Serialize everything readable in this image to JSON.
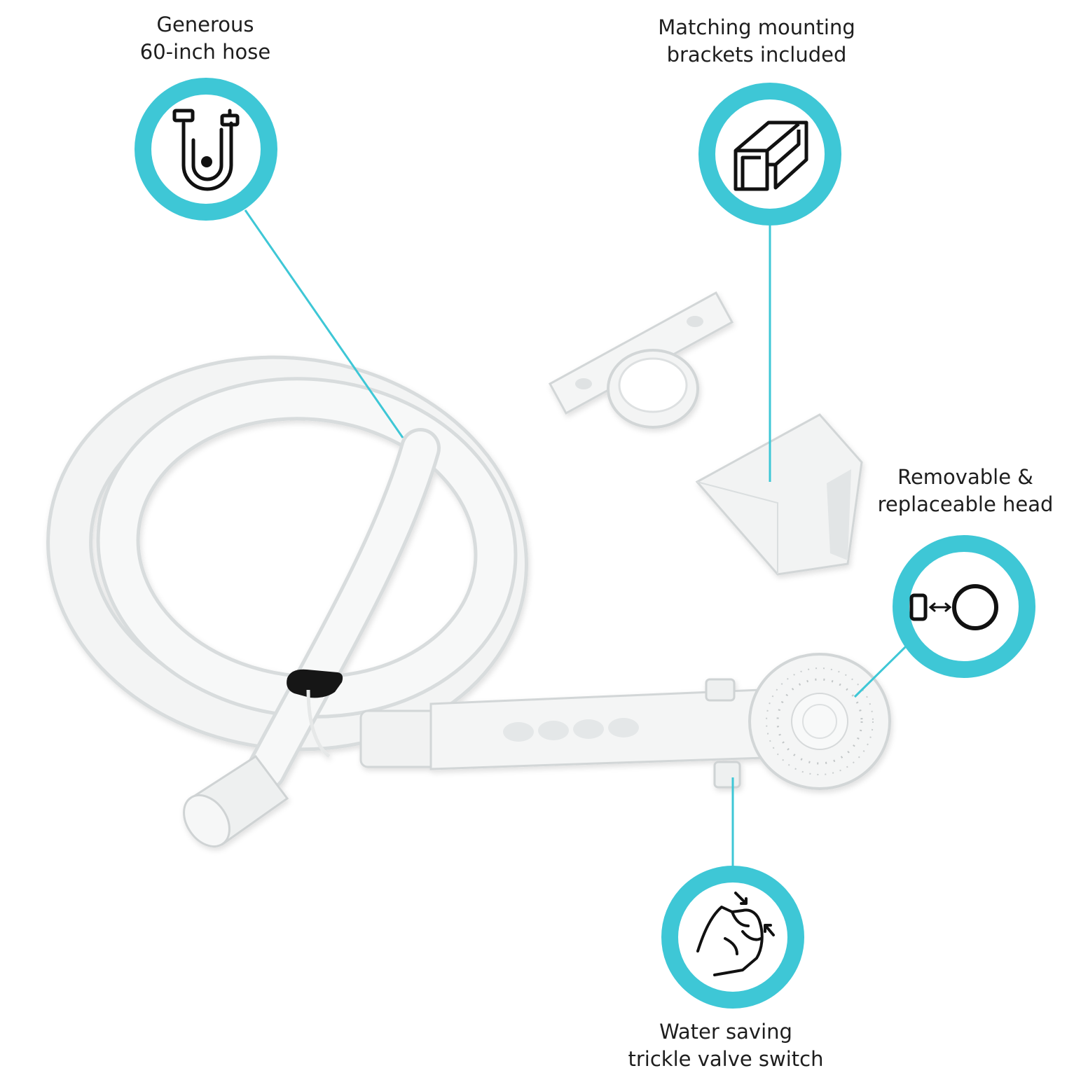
{
  "features": [
    {
      "id": "hose",
      "line1": "Generous",
      "line2": "60-inch hose",
      "icon": "hose-coil-icon"
    },
    {
      "id": "brackets",
      "line1": "Matching mounting",
      "line2": "brackets included",
      "icon": "bracket-profile-icon"
    },
    {
      "id": "head",
      "line1": "Removable &",
      "line2": "replaceable head",
      "icon": "swap-head-icon"
    },
    {
      "id": "valve",
      "line1": "Water saving",
      "line2": "trickle valve switch",
      "icon": "finger-press-icon"
    }
  ],
  "colors": {
    "accent": "#3ec7d6",
    "text": "#1e1e1e",
    "product": "#f3f4f4",
    "product_shade": "#d8dcdd",
    "background": "#ffffff"
  }
}
